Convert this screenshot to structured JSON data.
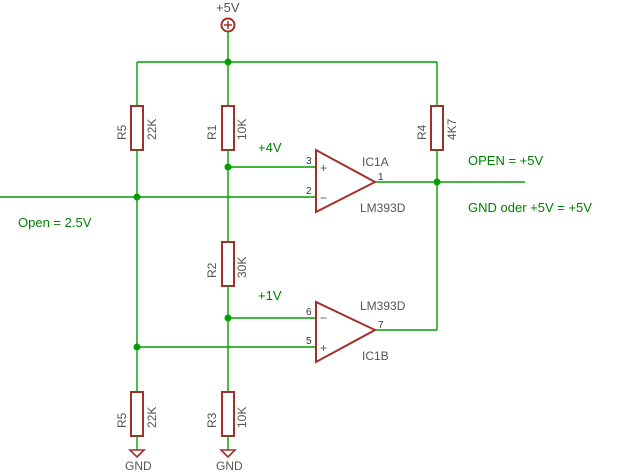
{
  "supply": {
    "label": "+5V"
  },
  "resistors": {
    "r5_top": {
      "name": "R5",
      "value": "22K"
    },
    "r1": {
      "name": "R1",
      "value": "10K"
    },
    "r4": {
      "name": "R4",
      "value": "4K7"
    },
    "r2": {
      "name": "R2",
      "value": "30K"
    },
    "r5_bot": {
      "name": "R5",
      "value": "22K"
    },
    "r3": {
      "name": "R3",
      "value": "10K"
    }
  },
  "comparators": {
    "top": {
      "name": "IC1A",
      "part": "LM393D",
      "pin_plus": "3",
      "pin_minus": "2",
      "pin_out": "1"
    },
    "bottom": {
      "name": "IC1B",
      "part": "LM393D",
      "pin_minus": "6",
      "pin_plus": "5",
      "pin_out": "7"
    }
  },
  "annotations": {
    "v_top": "+4V",
    "v_bottom": "+1V",
    "open_input": "Open = 2.5V",
    "open_output": "OPEN = +5V",
    "gnd_output": "GND oder +5V = +5V"
  },
  "grounds": {
    "left": "GND",
    "right": "GND"
  },
  "op_symbols": {
    "plus": "+",
    "minus": "−"
  }
}
